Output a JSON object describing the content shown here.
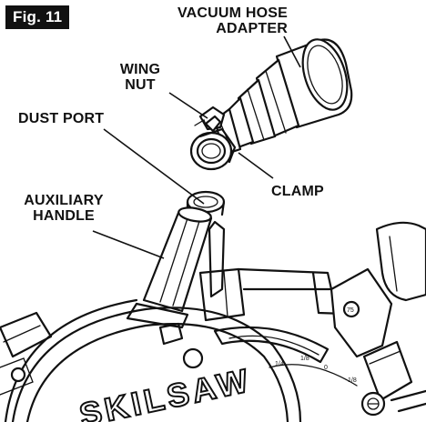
{
  "figure": {
    "badge": "Fig. 11"
  },
  "labels": {
    "vacuum_hose_adapter": [
      "VACUUM HOSE",
      "ADAPTER"
    ],
    "wing_nut": [
      "WING",
      "NUT"
    ],
    "dust_port": "DUST PORT",
    "clamp": "CLAMP",
    "auxiliary_handle": [
      "AUXILIARY",
      "HANDLE"
    ]
  },
  "artwork": {
    "brand_text": "SKILSAW",
    "bevel_marks": [
      "1/4",
      "1/8",
      "0",
      "1/8"
    ],
    "knob_mark": "75"
  },
  "colors": {
    "ink": "#111111",
    "paper": "#ffffff",
    "badge_bg": "#111111",
    "badge_text": "#ffffff"
  }
}
